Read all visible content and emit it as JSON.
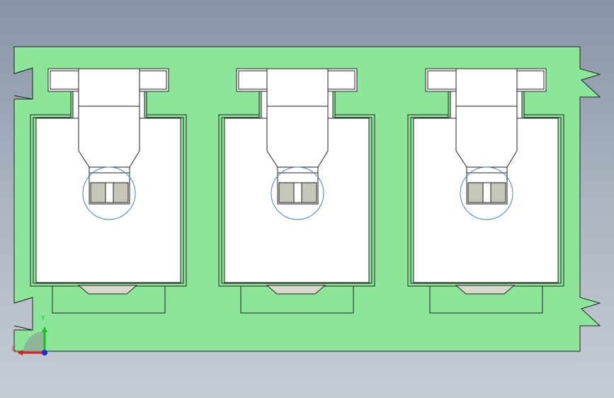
{
  "viewport": {
    "background_top": "#8794a6",
    "background_bottom": "#c6ccd5"
  },
  "part": {
    "fill_color": "#8ce69a",
    "outline_color": "#222222",
    "connector_count": 3,
    "pocket_fill": "#ffffff",
    "contact_fill": "#c7c7b8",
    "latch_fill": "#d8d8cc",
    "hole_circle_color": "#4a7ec9"
  },
  "triad": {
    "x_axis_label": "X",
    "y_axis_label": "Y",
    "x_color": "#e02020",
    "y_color": "#18c018",
    "z_color": "#1a2ad0",
    "icons": [
      "coordinate-triad-icon"
    ]
  }
}
